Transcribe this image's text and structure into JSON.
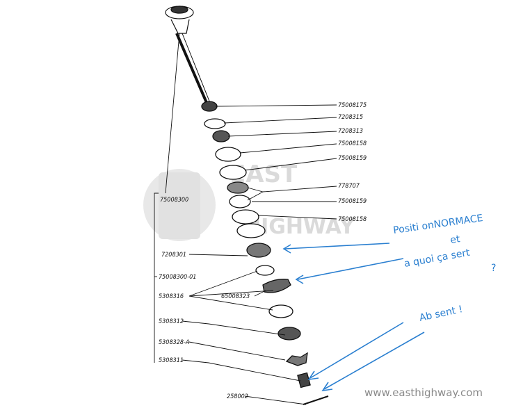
{
  "parts": [
    "75008175",
    "7208315",
    "7208313",
    "75008158",
    "75008159",
    "778707",
    "75008159",
    "75008158",
    "75008300",
    "7208301",
    "75008300-01",
    "5308316",
    "65008323",
    "5308312",
    "5308328-A",
    "5308311",
    "258002"
  ],
  "notes": {
    "line1": "Positi onNORMACE",
    "line2": "et",
    "line3": "a quoi ça sert",
    "line4": "?",
    "absent": "Ab sent !"
  },
  "watermark": {
    "logo_top": "EAST",
    "logo_bottom": "HIGHWAY",
    "url": "www.easthighway.com"
  },
  "colors": {
    "line": "#111111",
    "annotation": "#2a7fd0",
    "watermark": "#bdbdbd"
  }
}
